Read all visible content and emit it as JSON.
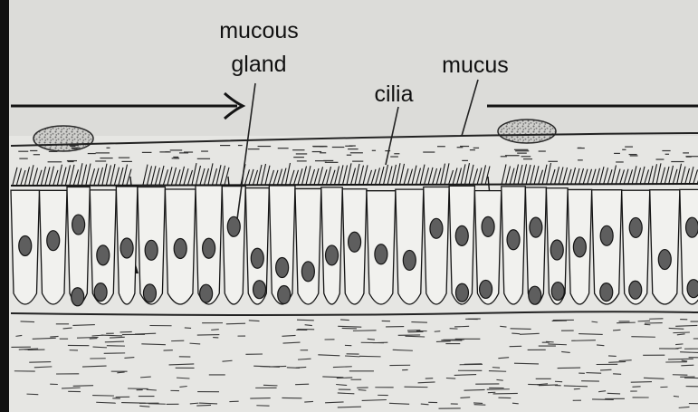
{
  "labels": {
    "mucous_gland_line1": "mucous",
    "mucous_gland_line2": "gland",
    "mucus": "mucus",
    "cilia": "cilia"
  },
  "colors": {
    "paper": "#e6e6e3",
    "ink": "#141414",
    "cell_fill": "#f1f1ee",
    "nucleus": "#5e5e5e",
    "particle": "#3a3a3a",
    "frame": "#111111"
  },
  "icons": {
    "mucus_flow_direction": "arrow-right"
  }
}
